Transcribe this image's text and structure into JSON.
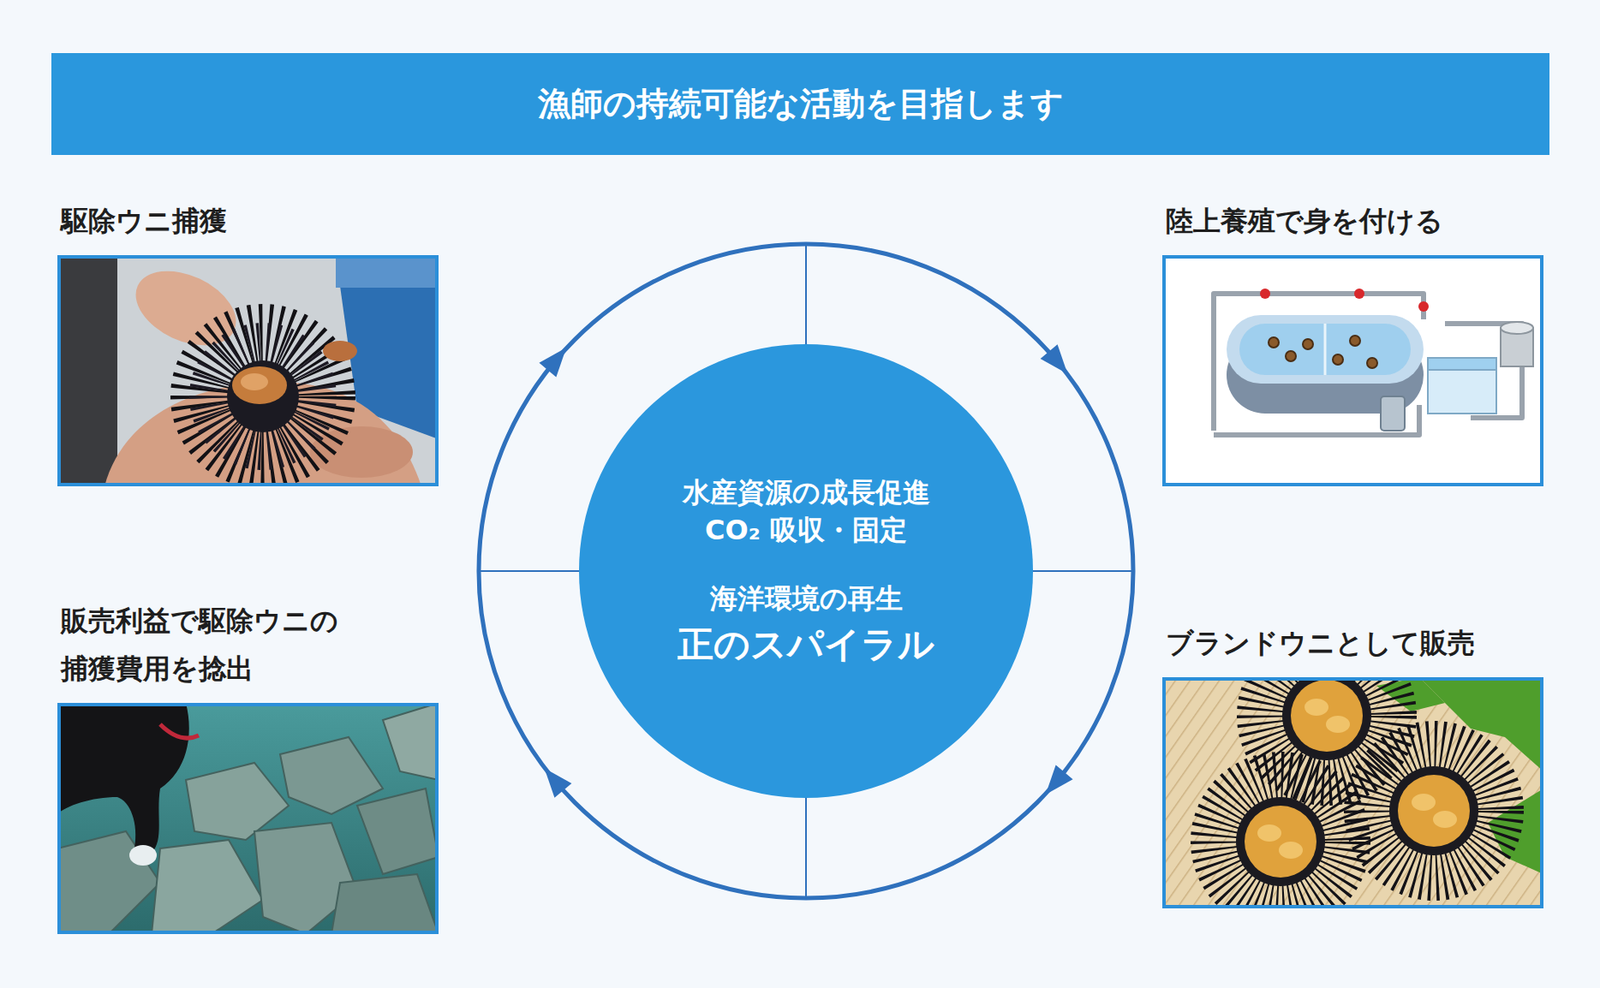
{
  "diagram": {
    "title": "漁師の持続可能な活動を目指します",
    "nodes": [
      {
        "text": [
          "駆除ウニ捕獲"
        ]
      },
      {
        "text": [
          "陸上養殖で身を付ける"
        ]
      },
      {
        "text": [
          "水産資源の成長促進",
          "CO₂ 吸収・固定",
          "海洋環境の再生",
          "正のスパイラル"
        ]
      },
      {
        "text": [
          "販売利益で駆除ウニの 捕獲費用を捻出"
        ]
      },
      {
        "text": [
          "ブランドウニとして販売"
        ]
      }
    ]
  }
}
